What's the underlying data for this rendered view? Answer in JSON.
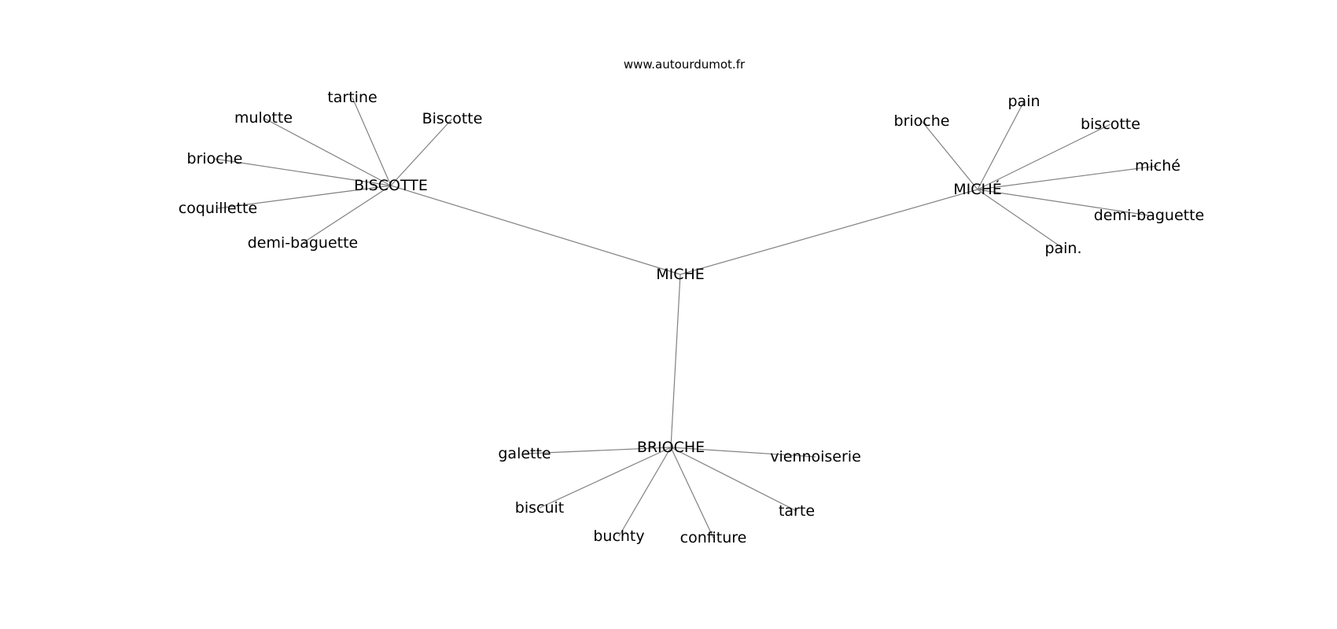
{
  "site": "www.autourdumot.fr",
  "graph": {
    "center": "MICHE",
    "clusters": [
      {
        "hub": "BISCOTTE",
        "leaves": [
          "tartine",
          "mulotte",
          "Biscotte",
          "brioche",
          "coquillette",
          "demi-baguette"
        ]
      },
      {
        "hub": "MICHÉ",
        "leaves": [
          "pain",
          "brioche",
          "biscotte",
          "miché",
          "demi-baguette",
          "pain."
        ]
      },
      {
        "hub": "BRIOCHE",
        "leaves": [
          "galette",
          "viennoiserie",
          "biscuit",
          "tarte",
          "buchty",
          "confiture"
        ]
      }
    ]
  }
}
